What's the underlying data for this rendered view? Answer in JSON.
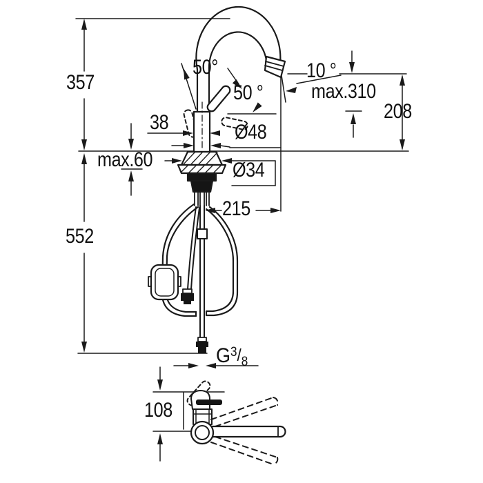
{
  "meta": {
    "drawing_type": "technical dimension drawing",
    "subject": "single-lever kitchen faucet with pull-out spout",
    "background_color": "#ffffff",
    "line_color": "#1a1a1a",
    "text_color": "#111111"
  },
  "labels": {
    "overall_height": "357",
    "lever_swing_left": "50°",
    "lever_swing_right": "50 °",
    "outlet_angle": "10 °",
    "max_height": "max.310",
    "spout_height": "208",
    "body_width": "38",
    "base_diameter": "Ø48",
    "max_deck_thickness": "max.60",
    "hole_diameter": "Ø34",
    "spout_reach": "215",
    "hose_length": "552",
    "handle_depth": "108",
    "thread": {
      "prefix": "G",
      "numerator": "3",
      "slash": "/",
      "denominator": "8"
    }
  }
}
